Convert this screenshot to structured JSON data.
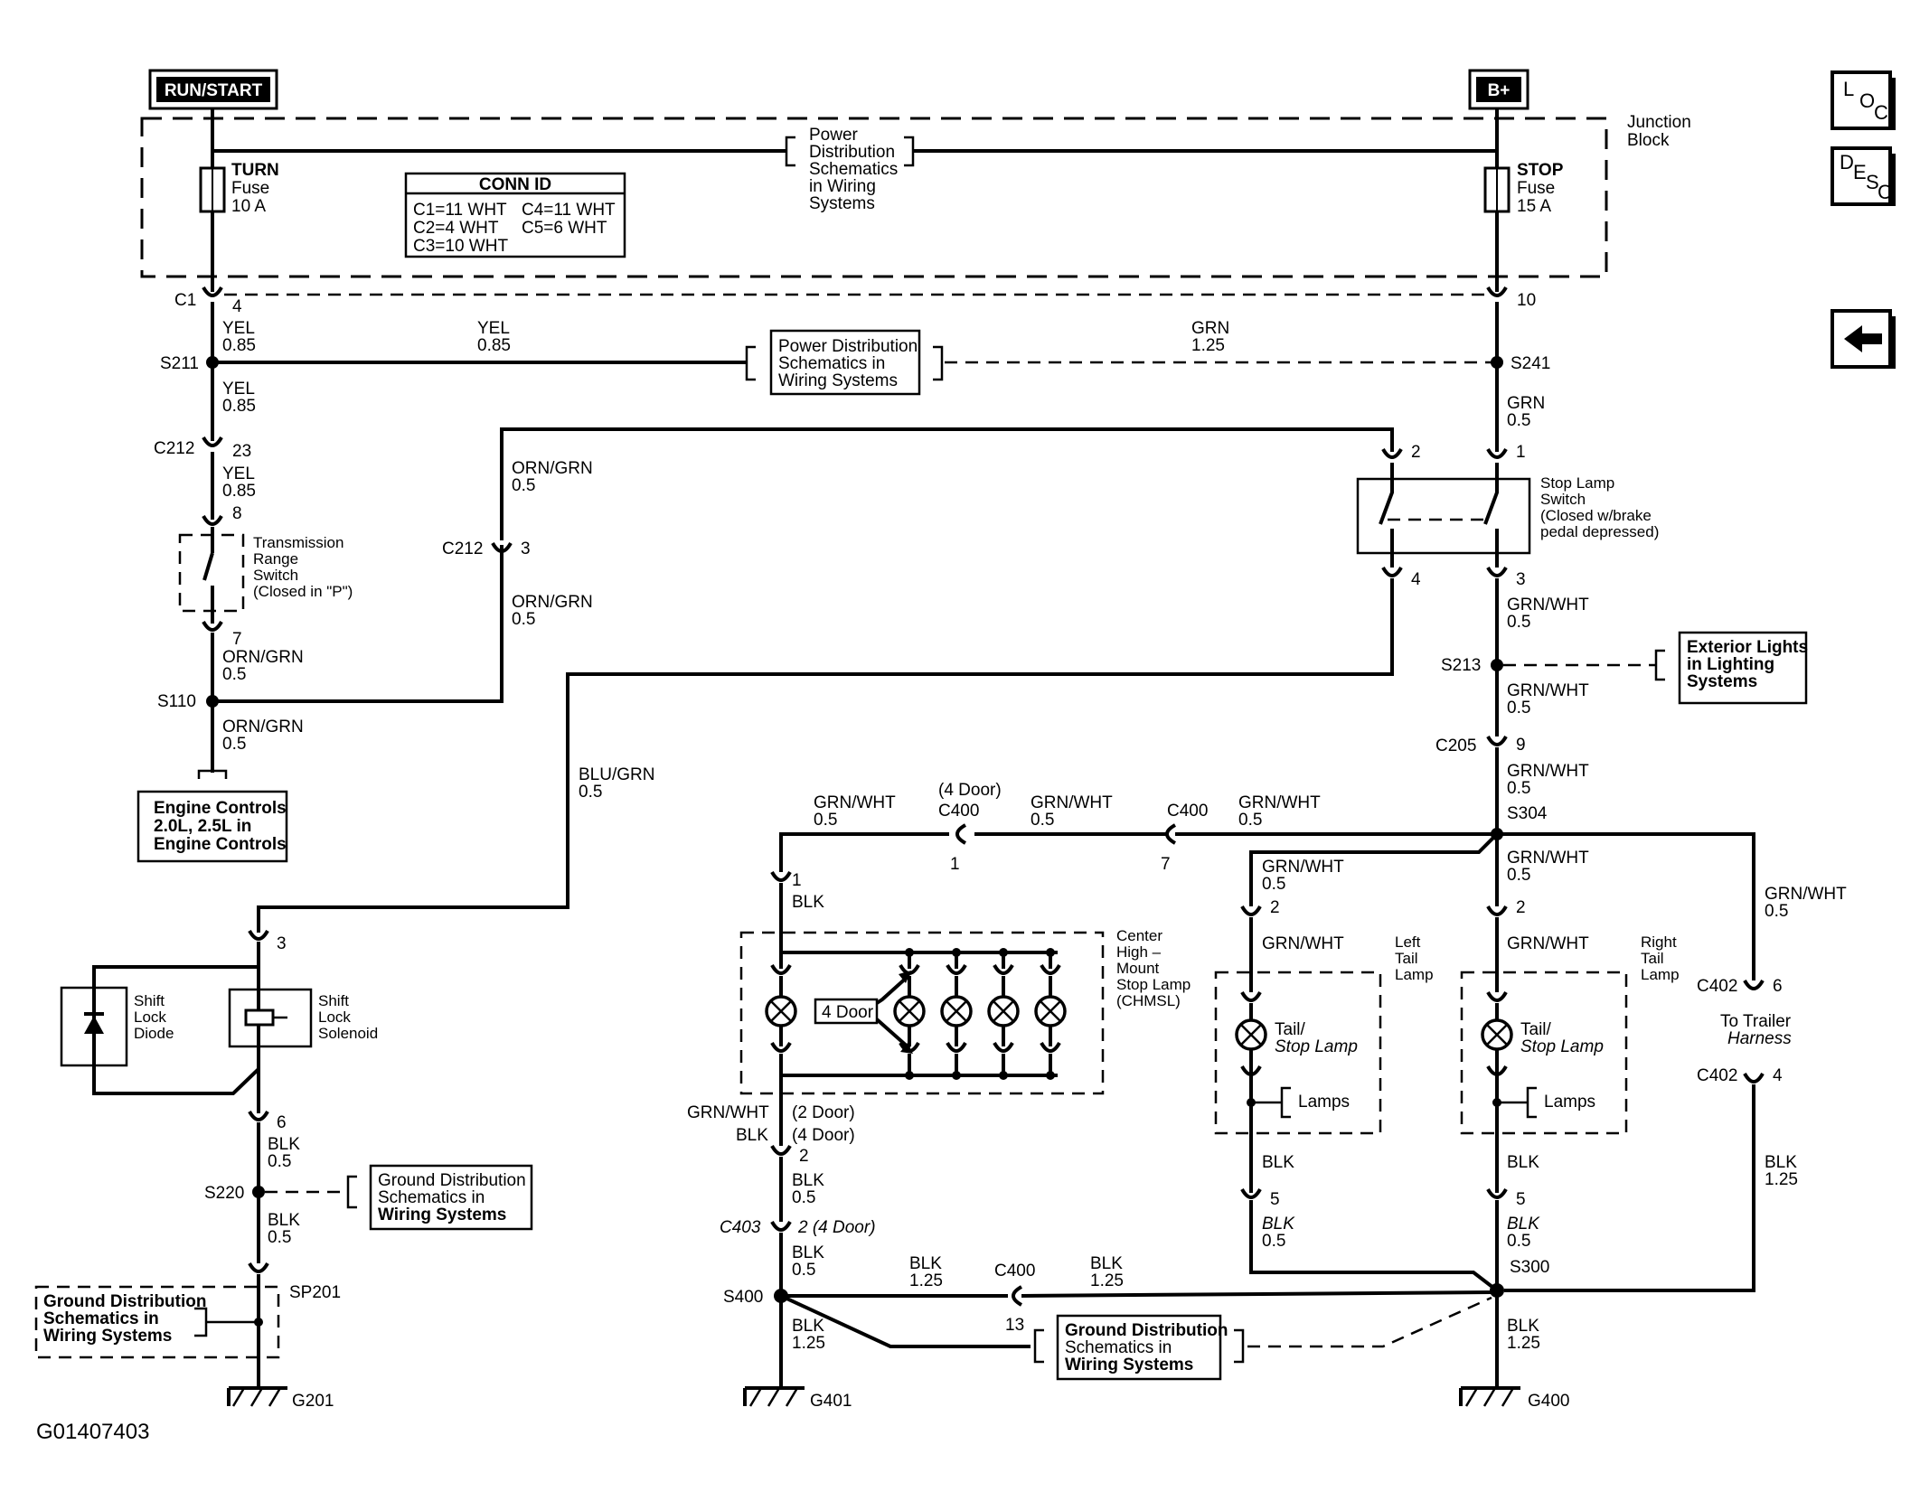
{
  "figure_id": "G01407403",
  "power": {
    "run_start": "RUN/START",
    "b_plus": "B+"
  },
  "junction_block": {
    "title_1": "Junction",
    "title_2": "Block"
  },
  "turn_fuse": {
    "name": "TURN",
    "type": "Fuse",
    "rating": "10 A"
  },
  "stop_fuse": {
    "name": "STOP",
    "type": "Fuse",
    "rating": "15 A"
  },
  "pds_top": {
    "l1": "Power",
    "l2": "Distribution",
    "l3": "Schematics",
    "l4": "in Wiring",
    "l5": "Systems"
  },
  "conn_id": {
    "title": "CONN ID",
    "c1": "C1=11 WHT",
    "c2": "C2=4 WHT",
    "c3": "C3=10 WHT",
    "c4": "C4=11 WHT",
    "c5": "C5=6 WHT"
  },
  "pds_mid": {
    "l1": "Power Distribution",
    "l2": "Schematics in",
    "l3": "Wiring Systems"
  },
  "ext_lights": {
    "l1": "Exterior Lights",
    "l2": "in Lighting",
    "l3": "Systems"
  },
  "gds_1": {
    "l1": "Ground Distribution",
    "l2": "Schematics in",
    "l3": "Wiring Systems"
  },
  "gds_2": {
    "l1": "Ground Distribution",
    "l2": "Schematics in",
    "l3": "Wiring Systems"
  },
  "gds_3": {
    "l1": "Ground Distribution",
    "l2": "Schematics in",
    "l3": "Wiring Systems"
  },
  "engine_controls": {
    "l1": "Engine Controls",
    "l2": "2.0L, 2.5L in",
    "l3": "Engine Controls"
  },
  "trs": {
    "l1": "Transmission",
    "l2": "Range",
    "l3": "Switch",
    "l4": "(Closed in \"P\")"
  },
  "sls": {
    "l1": "Stop Lamp",
    "l2": "Switch",
    "l3": "(Closed w/brake",
    "l4": "pedal depressed)"
  },
  "shift_lock_diode": {
    "l1": "Shift",
    "l2": "Lock",
    "l3": "Diode"
  },
  "shift_lock_solenoid": {
    "l1": "Shift",
    "l2": "Lock",
    "l3": "Solenoid"
  },
  "chmsl": {
    "l1": "Center",
    "l2": "High –",
    "l3": "Mount",
    "l4": "Stop Lamp",
    "l5": "(CHMSL)",
    "four_door": "4 Door"
  },
  "left_tail": {
    "l1": "Left",
    "l2": "Tail",
    "l3": "Lamp",
    "bulb_1": "Tail/",
    "bulb_2": "Stop Lamp",
    "lamps": "Lamps"
  },
  "right_tail": {
    "l1": "Right",
    "l2": "Tail",
    "l3": "Lamp",
    "bulb_1": "Tail/",
    "bulb_2": "Stop Lamp",
    "lamps": "Lamps"
  },
  "trailer": {
    "l1": "To Trailer",
    "l2": "Harness"
  },
  "wires": {
    "yel": "YEL",
    "grn": "GRN",
    "orn_grn": "ORN/GRN",
    "blu_grn": "BLU/GRN",
    "grn_wht": "GRN/WHT",
    "blk": "BLK",
    "g085": "0.85",
    "g05": "0.5",
    "g125": "1.25"
  },
  "connectors": {
    "c1": "C1",
    "c212": "C212",
    "c205": "C205",
    "c400": "C400",
    "c402": "C402",
    "c403": "C403",
    "p1": "1",
    "p2": "2",
    "p3": "3",
    "p4": "4",
    "p5": "5",
    "p6": "6",
    "p7": "7",
    "p8": "8",
    "p9": "9",
    "p10": "10",
    "p13": "13",
    "p23": "23",
    "four_door": "(4 Door)",
    "two_door": "(2 Door)",
    "two_four_door": "2 (4 Door)"
  },
  "splices": {
    "s211": "S211",
    "s241": "S241",
    "s110": "S110",
    "s213": "S213",
    "s304": "S304",
    "s220": "S220",
    "sp201": "SP201",
    "s400": "S400",
    "s300": "S300"
  },
  "grounds": {
    "g201": "G201",
    "g401": "G401",
    "g400": "G400"
  },
  "nav": {
    "loc": [
      "L",
      "O",
      "C"
    ],
    "desc": [
      "D",
      "E",
      "S",
      "C"
    ],
    "back_icon": "left-arrow"
  }
}
